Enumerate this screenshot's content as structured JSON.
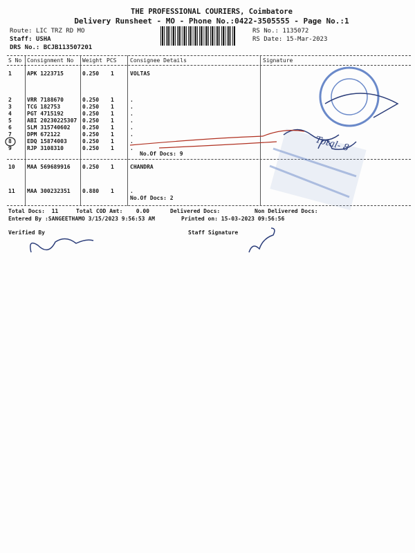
{
  "header": {
    "company": "THE PROFESSIONAL COURIERS, Coimbatore",
    "subtitle": "Delivery Runsheet - MO - Phone No.:0422-3505555 - Page No.:1",
    "route": "Route: LIC TRZ RD MO",
    "staff": "Staff: USHA",
    "drs": "DRS No.: BCJB113507201",
    "rs_no": "RS No.: 1135072",
    "rs_date": "RS Date: 15-Mar-2023"
  },
  "columns": [
    "S No",
    "Consignment No",
    "Weight",
    "PCS",
    "Consignee Details",
    "Signature"
  ],
  "rows": [
    {
      "sno": "1",
      "cn": "APK 1223715",
      "wt": "0.250",
      "pcs": "1",
      "cons": "VOLTAS"
    },
    {
      "sno": "2",
      "cn": "VRR 7188670",
      "wt": "0.250",
      "pcs": "1",
      "cons": "."
    },
    {
      "sno": "3",
      "cn": "TCG 182753",
      "wt": "0.250",
      "pcs": "1",
      "cons": "."
    },
    {
      "sno": "4",
      "cn": "PGT 4715192",
      "wt": "0.250",
      "pcs": "1",
      "cons": "."
    },
    {
      "sno": "5",
      "cn": "ABI 20230225307",
      "wt": "0.250",
      "pcs": "1",
      "cons": "."
    },
    {
      "sno": "6",
      "cn": "SLM 315740602",
      "wt": "0.250",
      "pcs": "1",
      "cons": "."
    },
    {
      "sno": "7",
      "cn": "DPM 672122",
      "wt": "0.250",
      "pcs": "1",
      "cons": "."
    },
    {
      "sno": "8",
      "cn": "EDQ 15874003",
      "wt": "0.250",
      "pcs": "1",
      "cons": "."
    },
    {
      "sno": "9",
      "cn": "RJP 3108310",
      "wt": "0.250",
      "pcs": "1",
      "cons": "."
    },
    {
      "sno": "10",
      "cn": "MAA 569689916",
      "wt": "0.250",
      "pcs": "1",
      "cons": "CHANDRA"
    },
    {
      "sno": "11",
      "cn": "MAA 300232351",
      "wt": "0.880",
      "pcs": "1",
      "cons": "."
    }
  ],
  "group1_docs": "No.Of Docs: 9",
  "group2_docs": "No.Of Docs: 2",
  "footer": {
    "total_docs": "Total Docs:  11",
    "total_cod": "Total COD Amt:    0.00",
    "delivered": "Delivered Docs:",
    "non_delivered": "Non Delivered Docs:",
    "entered_by": "Entered By :SANGEETHAMO 3/15/2023 9:56:53 AM",
    "printed_on": "Printed on: 15-03-2023 09:56:56",
    "verified_by": "Verified By",
    "staff_signature": "Staff Signature"
  },
  "handwriting": {
    "note": "Total- 8"
  }
}
